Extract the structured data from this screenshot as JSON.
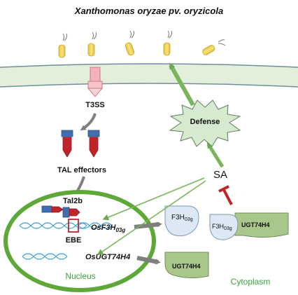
{
  "title": "Xanthomonas oryzae pv. oryzicola",
  "labels": {
    "t3ss": "T3SS",
    "tal_effectors": "TAL effectors",
    "tal2b": "Tal2b",
    "ebe": "EBE",
    "gene_f3h_main": "OsF3H",
    "gene_f3h_sub": "03g",
    "gene_ugt": "OsUGT74H4",
    "nucleus": "Nucleus",
    "cytoplasm": "Cytoplasm",
    "defense": "Defense",
    "sa": "SA",
    "protein_f3h_main": "F3H",
    "protein_f3h_sub": "03g",
    "complex_f3h_main": "F3H",
    "complex_f3h_sub": "03g",
    "complex_ugt": "UGT74H4",
    "protein_ugt": "UGT74H4"
  },
  "colors": {
    "membrane_fill": "#e3eedb",
    "membrane_line": "#6f8f9a",
    "nucleus_ring": "#5ea83a",
    "green_arrow": "#7ab55c",
    "gray_arrow": "#7f7f7f",
    "tal_red": "#c0242b",
    "tal_blue": "#3f6fb0",
    "dna": "#3aa0d8",
    "protein_blue": "#dce9f5",
    "protein_green": "#a9c68b",
    "defense_fill": "#d6ead0",
    "bacteria": "#f1d34a",
    "nucleus_text": "#3aa040",
    "cytoplasm_text": "#3aa040"
  }
}
